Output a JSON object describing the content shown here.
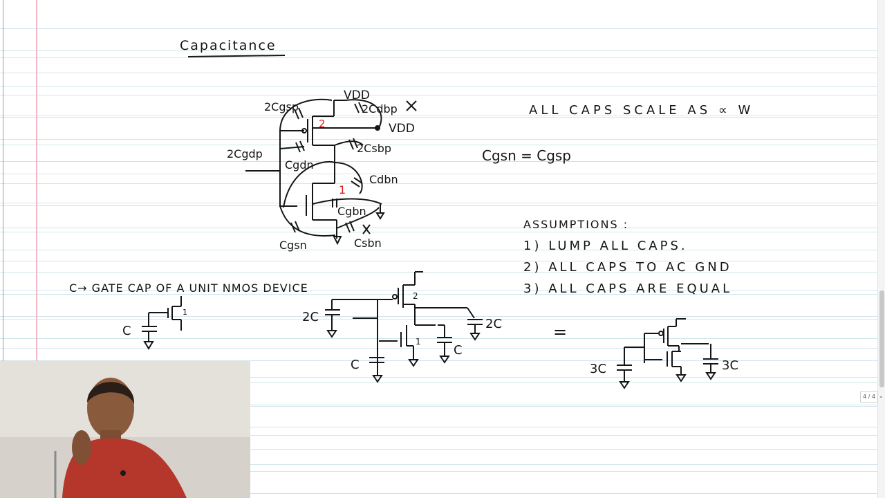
{
  "page": {
    "title": "Capacitance",
    "page_indicator": "4 / 4"
  },
  "notes": {
    "scale_statement": "ALL CAPS SCALE AS ∝ W",
    "equality": "Cgsn = Cgsp",
    "assumptions_heading": "ASSUMPTIONS :",
    "assumptions": [
      "1) LUMP ALL CAPS.",
      "2) ALL CAPS TO AC GND",
      "3) ALL CAPS ARE EQUAL"
    ],
    "c_definition": "C→ GATE CAP OF A UNIT NMOS DEVICE"
  },
  "diagram_labels": {
    "pmos": [
      "VDD",
      "2Cgsp",
      "2Cdbp",
      "2Cgdp",
      "2Csbp",
      "Cgdn",
      "2",
      "VDD"
    ],
    "nmos": [
      "Cdbn",
      "1",
      "Cgbn",
      "Cgsn",
      "Csbn"
    ],
    "unit_cap": [
      "C",
      "1"
    ],
    "mid_circuit": [
      "2C",
      "2",
      "2C",
      "1",
      "C",
      "C"
    ],
    "equivalent": [
      "=",
      "3C",
      "3C"
    ]
  },
  "colors": {
    "ink": "#151515",
    "accent_red": "#d91c1c",
    "rule_line": "#cfe4ea",
    "margin_line": "#f1b9c3"
  },
  "webcam": {
    "icon": "presenter-video"
  }
}
